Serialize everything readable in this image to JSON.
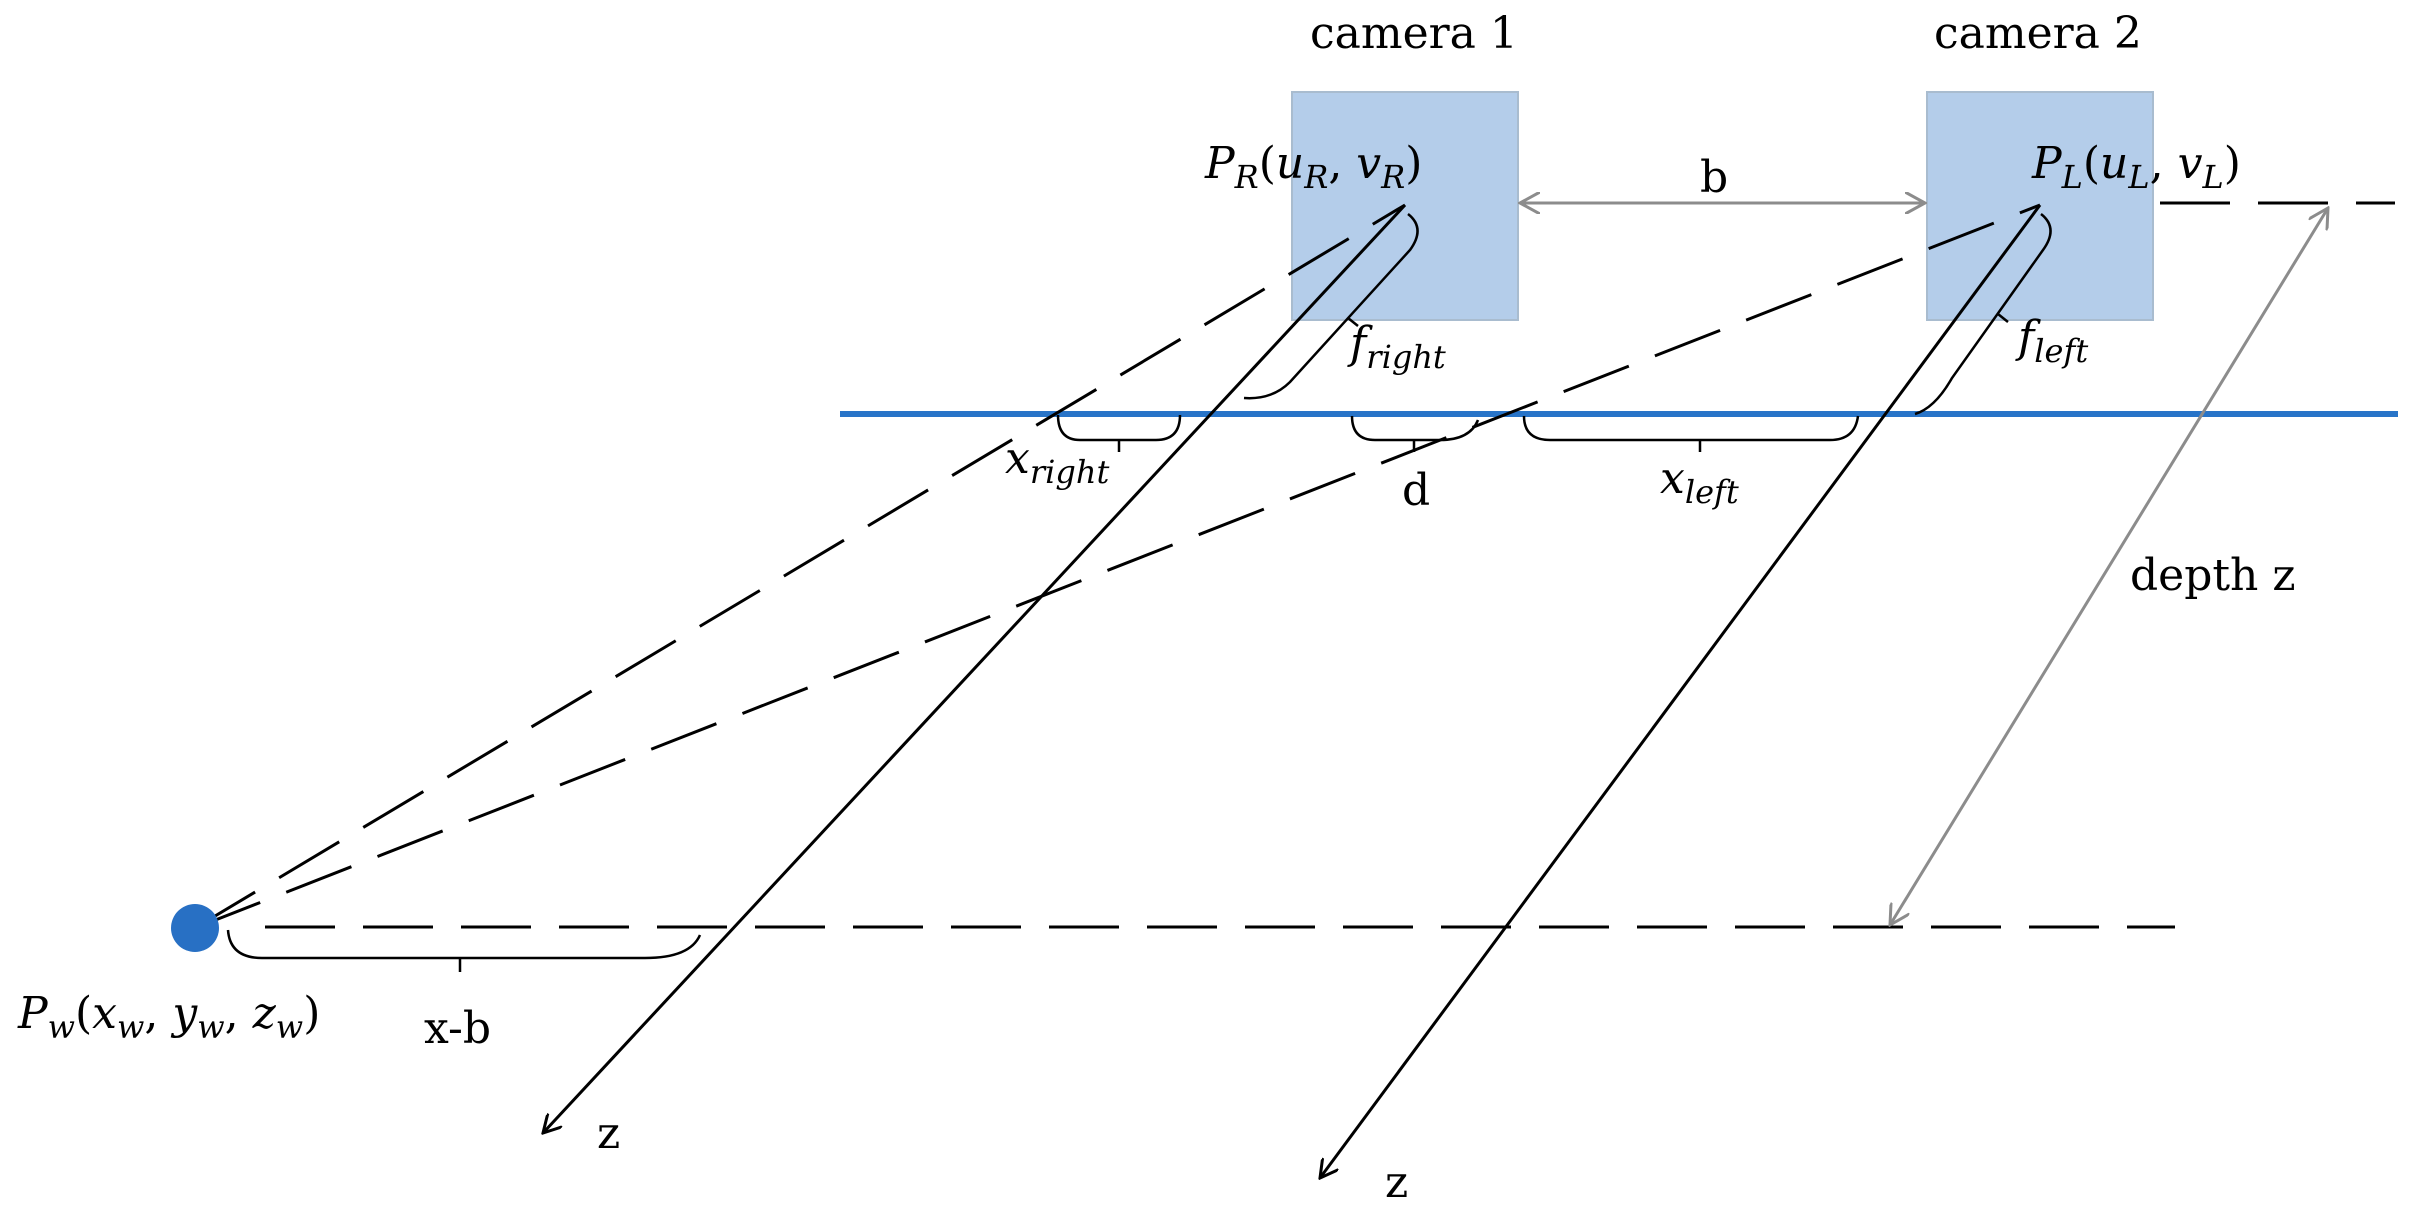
{
  "colors": {
    "camera_fill": "#b4cdea",
    "camera_stroke": "#a9bccf",
    "image_plane": "#2874c8",
    "point": "#2870c4",
    "gray_arrow": "#8c8c8c",
    "ink": "#000000"
  },
  "labels": {
    "camera1": "camera 1",
    "camera2": "camera 2",
    "baseline": "b",
    "disparity": "d",
    "x_minus_b": "x-b",
    "depth": "depth z",
    "axis1": "z",
    "axis2": "z"
  },
  "math": {
    "pr": {
      "base": "P",
      "sub": "R",
      "args": [
        {
          "v": "u",
          "s": "R"
        },
        {
          "v": "v",
          "s": "R"
        }
      ]
    },
    "pl": {
      "base": "P",
      "sub": "L",
      "args": [
        {
          "v": "u",
          "s": "L"
        },
        {
          "v": "v",
          "s": "L"
        }
      ]
    },
    "pw": {
      "base": "P",
      "sub": "w",
      "args": [
        {
          "v": "x",
          "s": "w"
        },
        {
          "v": "y",
          "s": "w"
        },
        {
          "v": "z",
          "s": "w"
        }
      ]
    },
    "f_right": {
      "base": "f",
      "sub": "right"
    },
    "f_left": {
      "base": "f",
      "sub": "left"
    },
    "x_right": {
      "base": "x",
      "sub": "right"
    },
    "x_left": {
      "base": "x",
      "sub": "left"
    }
  }
}
